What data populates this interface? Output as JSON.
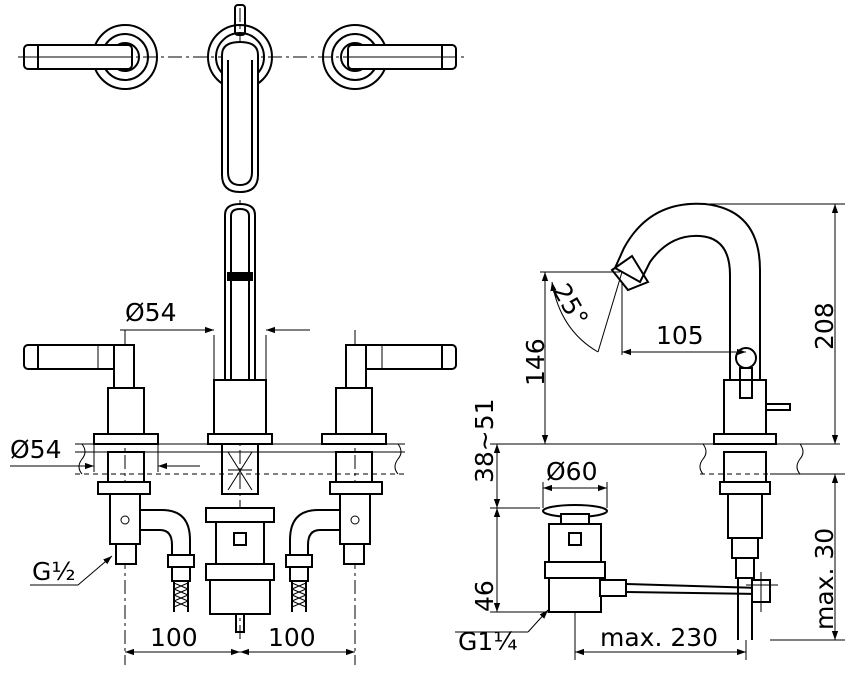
{
  "dimensions": {
    "dia_spout": "Ø54",
    "dia_body": "Ø54",
    "thread_side": "G½",
    "spacing_left": "100",
    "spacing_right": "100",
    "dia_drain": "Ø60",
    "deck_range": "38~51",
    "drain_height": "46",
    "thread_drain": "G1¼",
    "max_rod": "max. 230",
    "spout_height": "146",
    "spout_angle": "25°",
    "spout_reach": "105",
    "overall_height": "208",
    "max_below": "max. 30"
  }
}
